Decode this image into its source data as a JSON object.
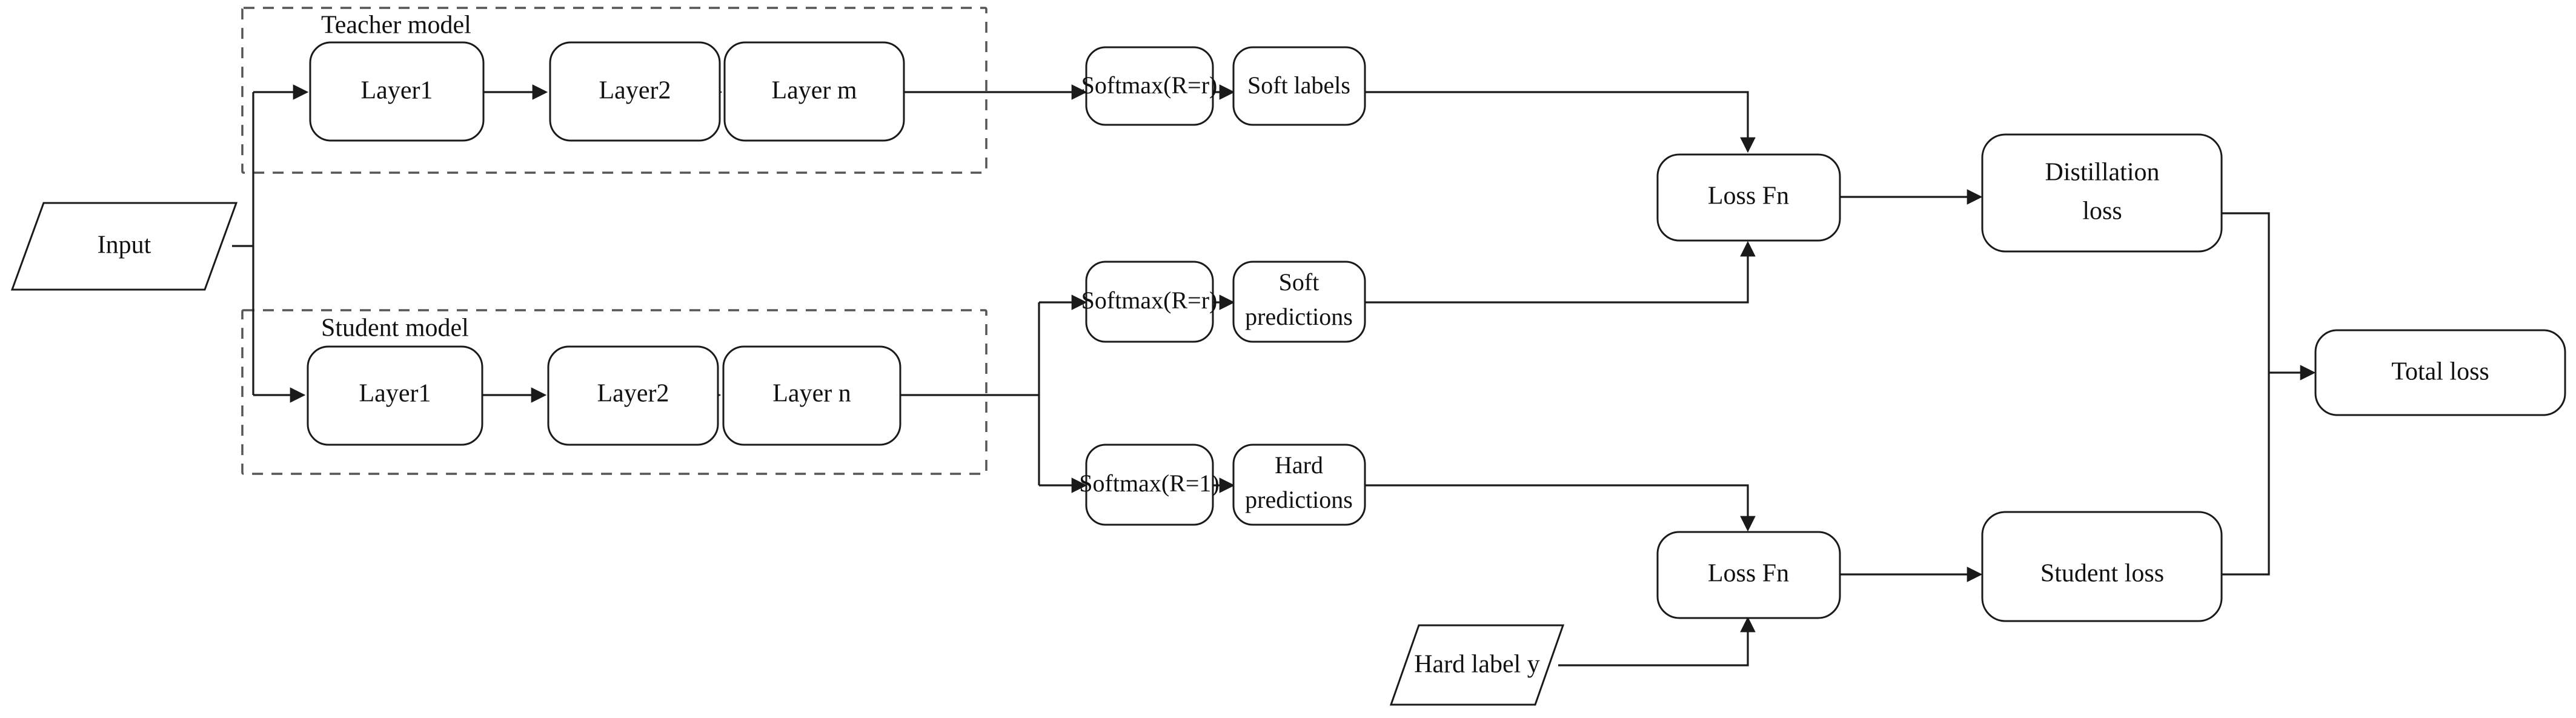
{
  "diagram": {
    "title": "Knowledge distillation teacher-student architecture",
    "colors": {
      "node_stroke": "#1a1a1a",
      "group_stroke": "#555555",
      "edge": "#1a1a1a",
      "background": "#ffffff"
    },
    "groups": [
      {
        "id": "teacher",
        "label": "Teacher model"
      },
      {
        "id": "student",
        "label": "Student model"
      }
    ],
    "nodes": {
      "input": "Input",
      "teacher_layer1": "Layer1",
      "teacher_layer2": "Layer2",
      "teacher_layerm": "Layer m",
      "student_layer1": "Layer1",
      "student_layer2": "Layer2",
      "student_layern": "Layer n",
      "softmax_teacher": "Softmax(R=r)",
      "soft_labels": "Soft labels",
      "softmax_student_soft": "Softmax(R=r)",
      "soft_predictions_line1": "Soft",
      "soft_predictions_line2": "predictions",
      "softmax_student_hard": "Softmax(R=1)",
      "hard_predictions_line1": "Hard",
      "hard_predictions_line2": "predictions",
      "loss_fn_top": "Loss Fn",
      "loss_fn_bottom": "Loss Fn",
      "distillation_loss_line1": "Distillation",
      "distillation_loss_line2": "loss",
      "student_loss": "Student loss",
      "hard_label": "Hard label y",
      "total_loss": "Total loss"
    }
  }
}
